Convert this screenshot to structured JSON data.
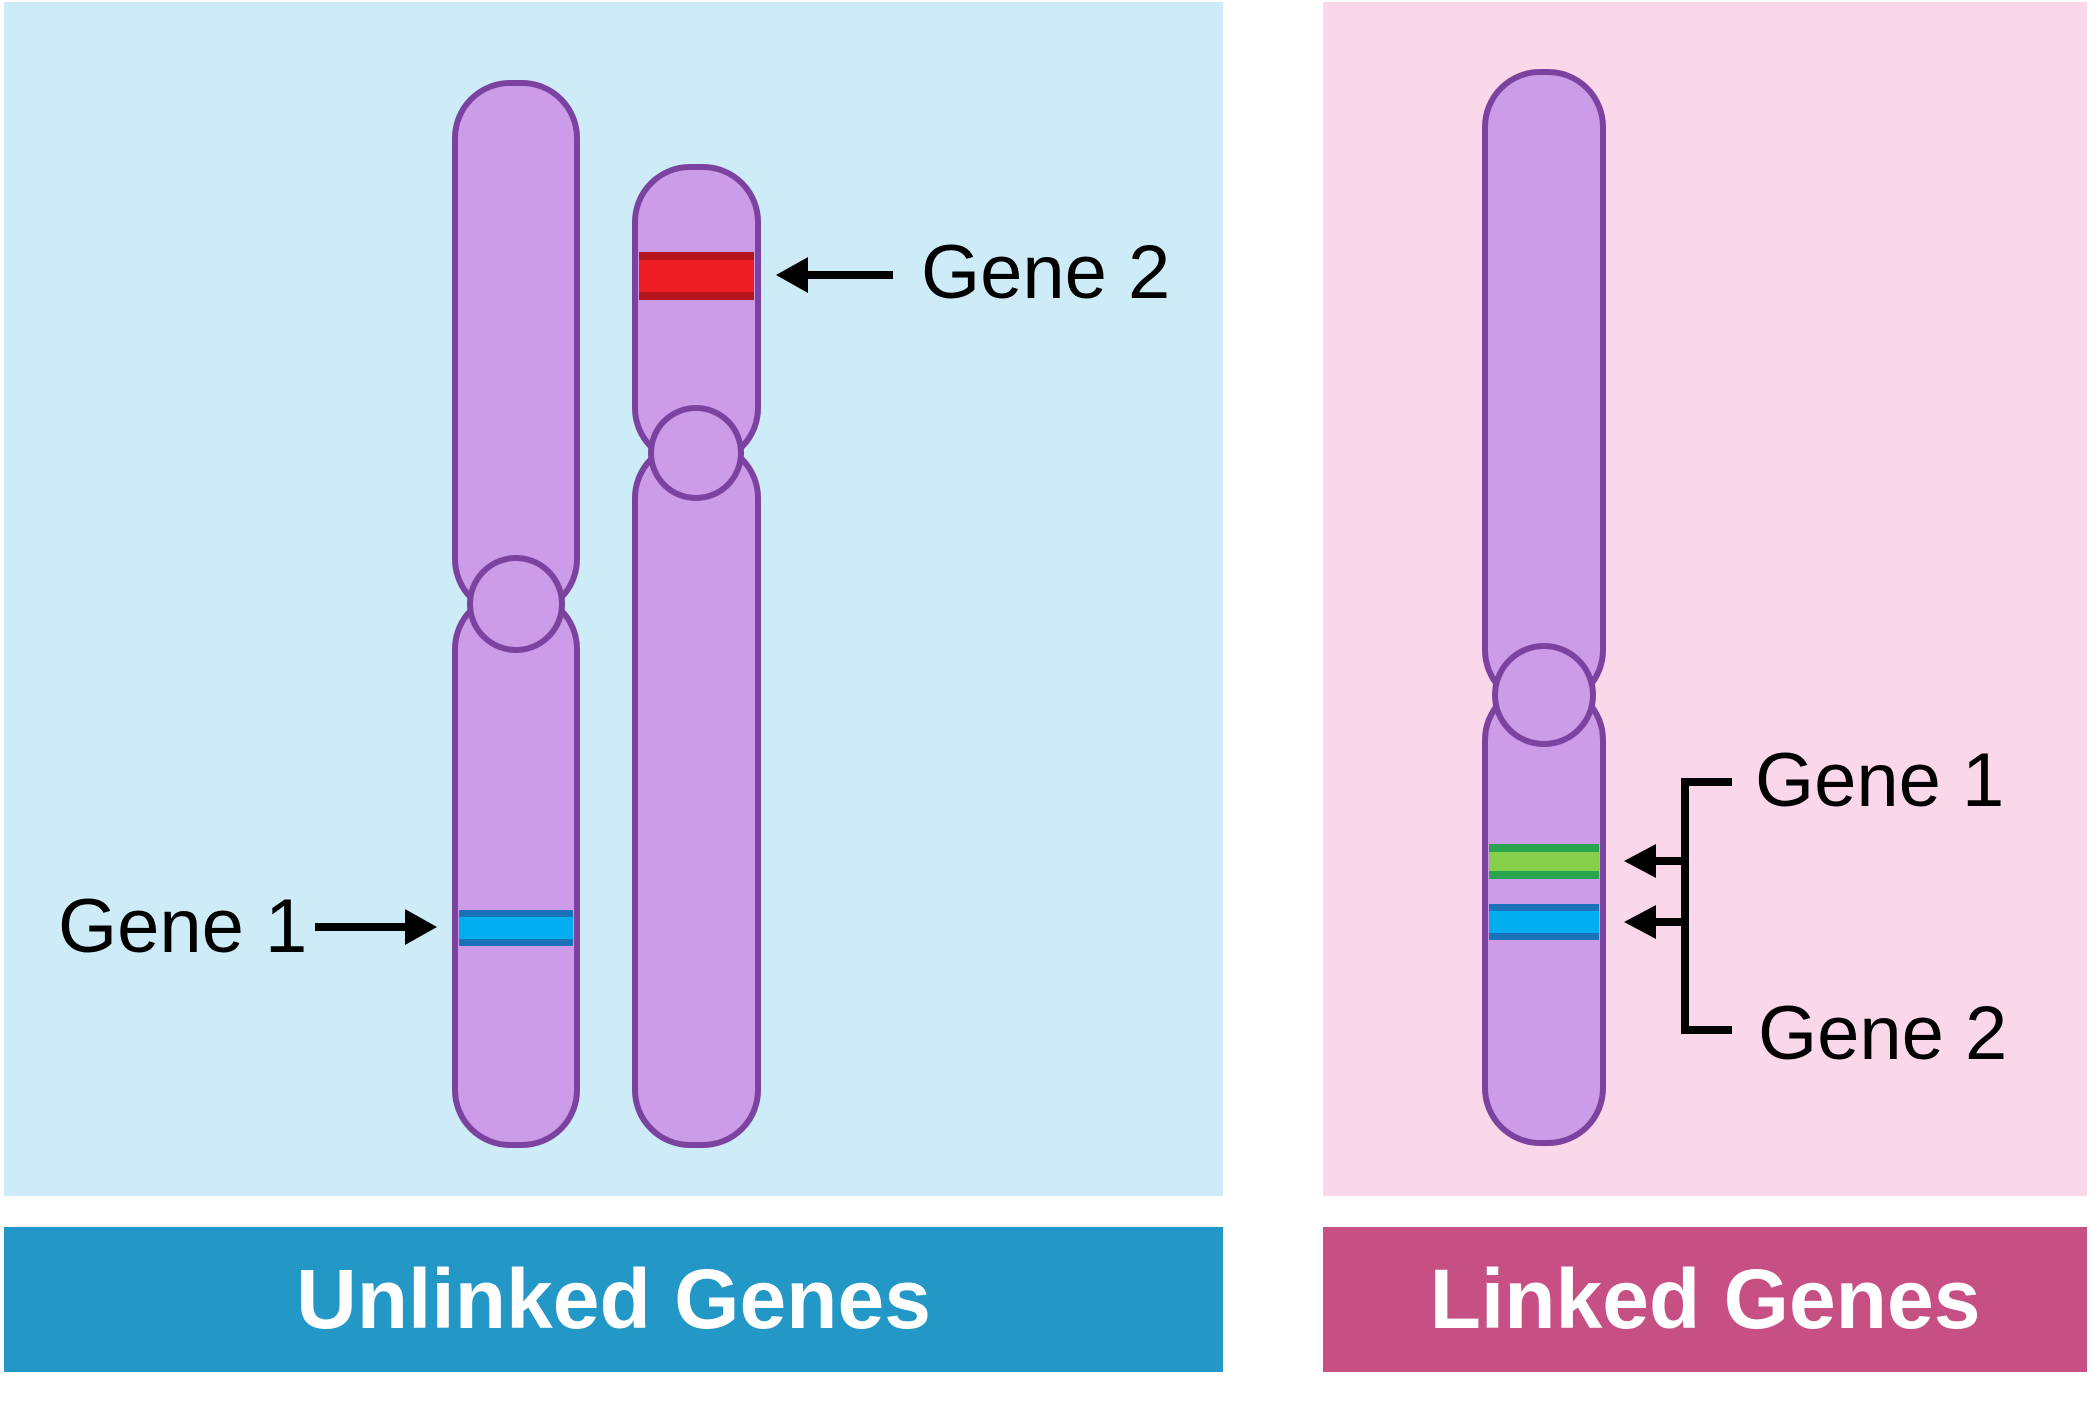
{
  "page": {
    "bg": "#ffffff"
  },
  "panels": {
    "unlinked": {
      "title": "Unlinked Genes",
      "bg": "#cdecf8",
      "banner_color": "#2397c5",
      "labels": {
        "gene1": "Gene 1",
        "gene2": "Gene 2"
      },
      "gene1_band_color": "#00aeef",
      "gene1_band_edge": "#1a72ba",
      "gene2_band_color": "#ee1c24",
      "gene2_band_edge": "#b5161d"
    },
    "linked": {
      "title": "Linked Genes",
      "bg": "#fbd7ea",
      "banner_color": "#c64f84",
      "labels": {
        "gene1": "Gene 1",
        "gene2": "Gene 2"
      },
      "gene1_band_color": "#85cf4b",
      "gene1_band_edge": "#29a54d",
      "gene2_band_color": "#00aeef",
      "gene2_band_edge": "#1a72ba"
    }
  },
  "chromosome": {
    "fill": "#cc9ce9",
    "stroke": "#7c42a0"
  },
  "ink": "#000000",
  "title_text_color": "#ffffff"
}
